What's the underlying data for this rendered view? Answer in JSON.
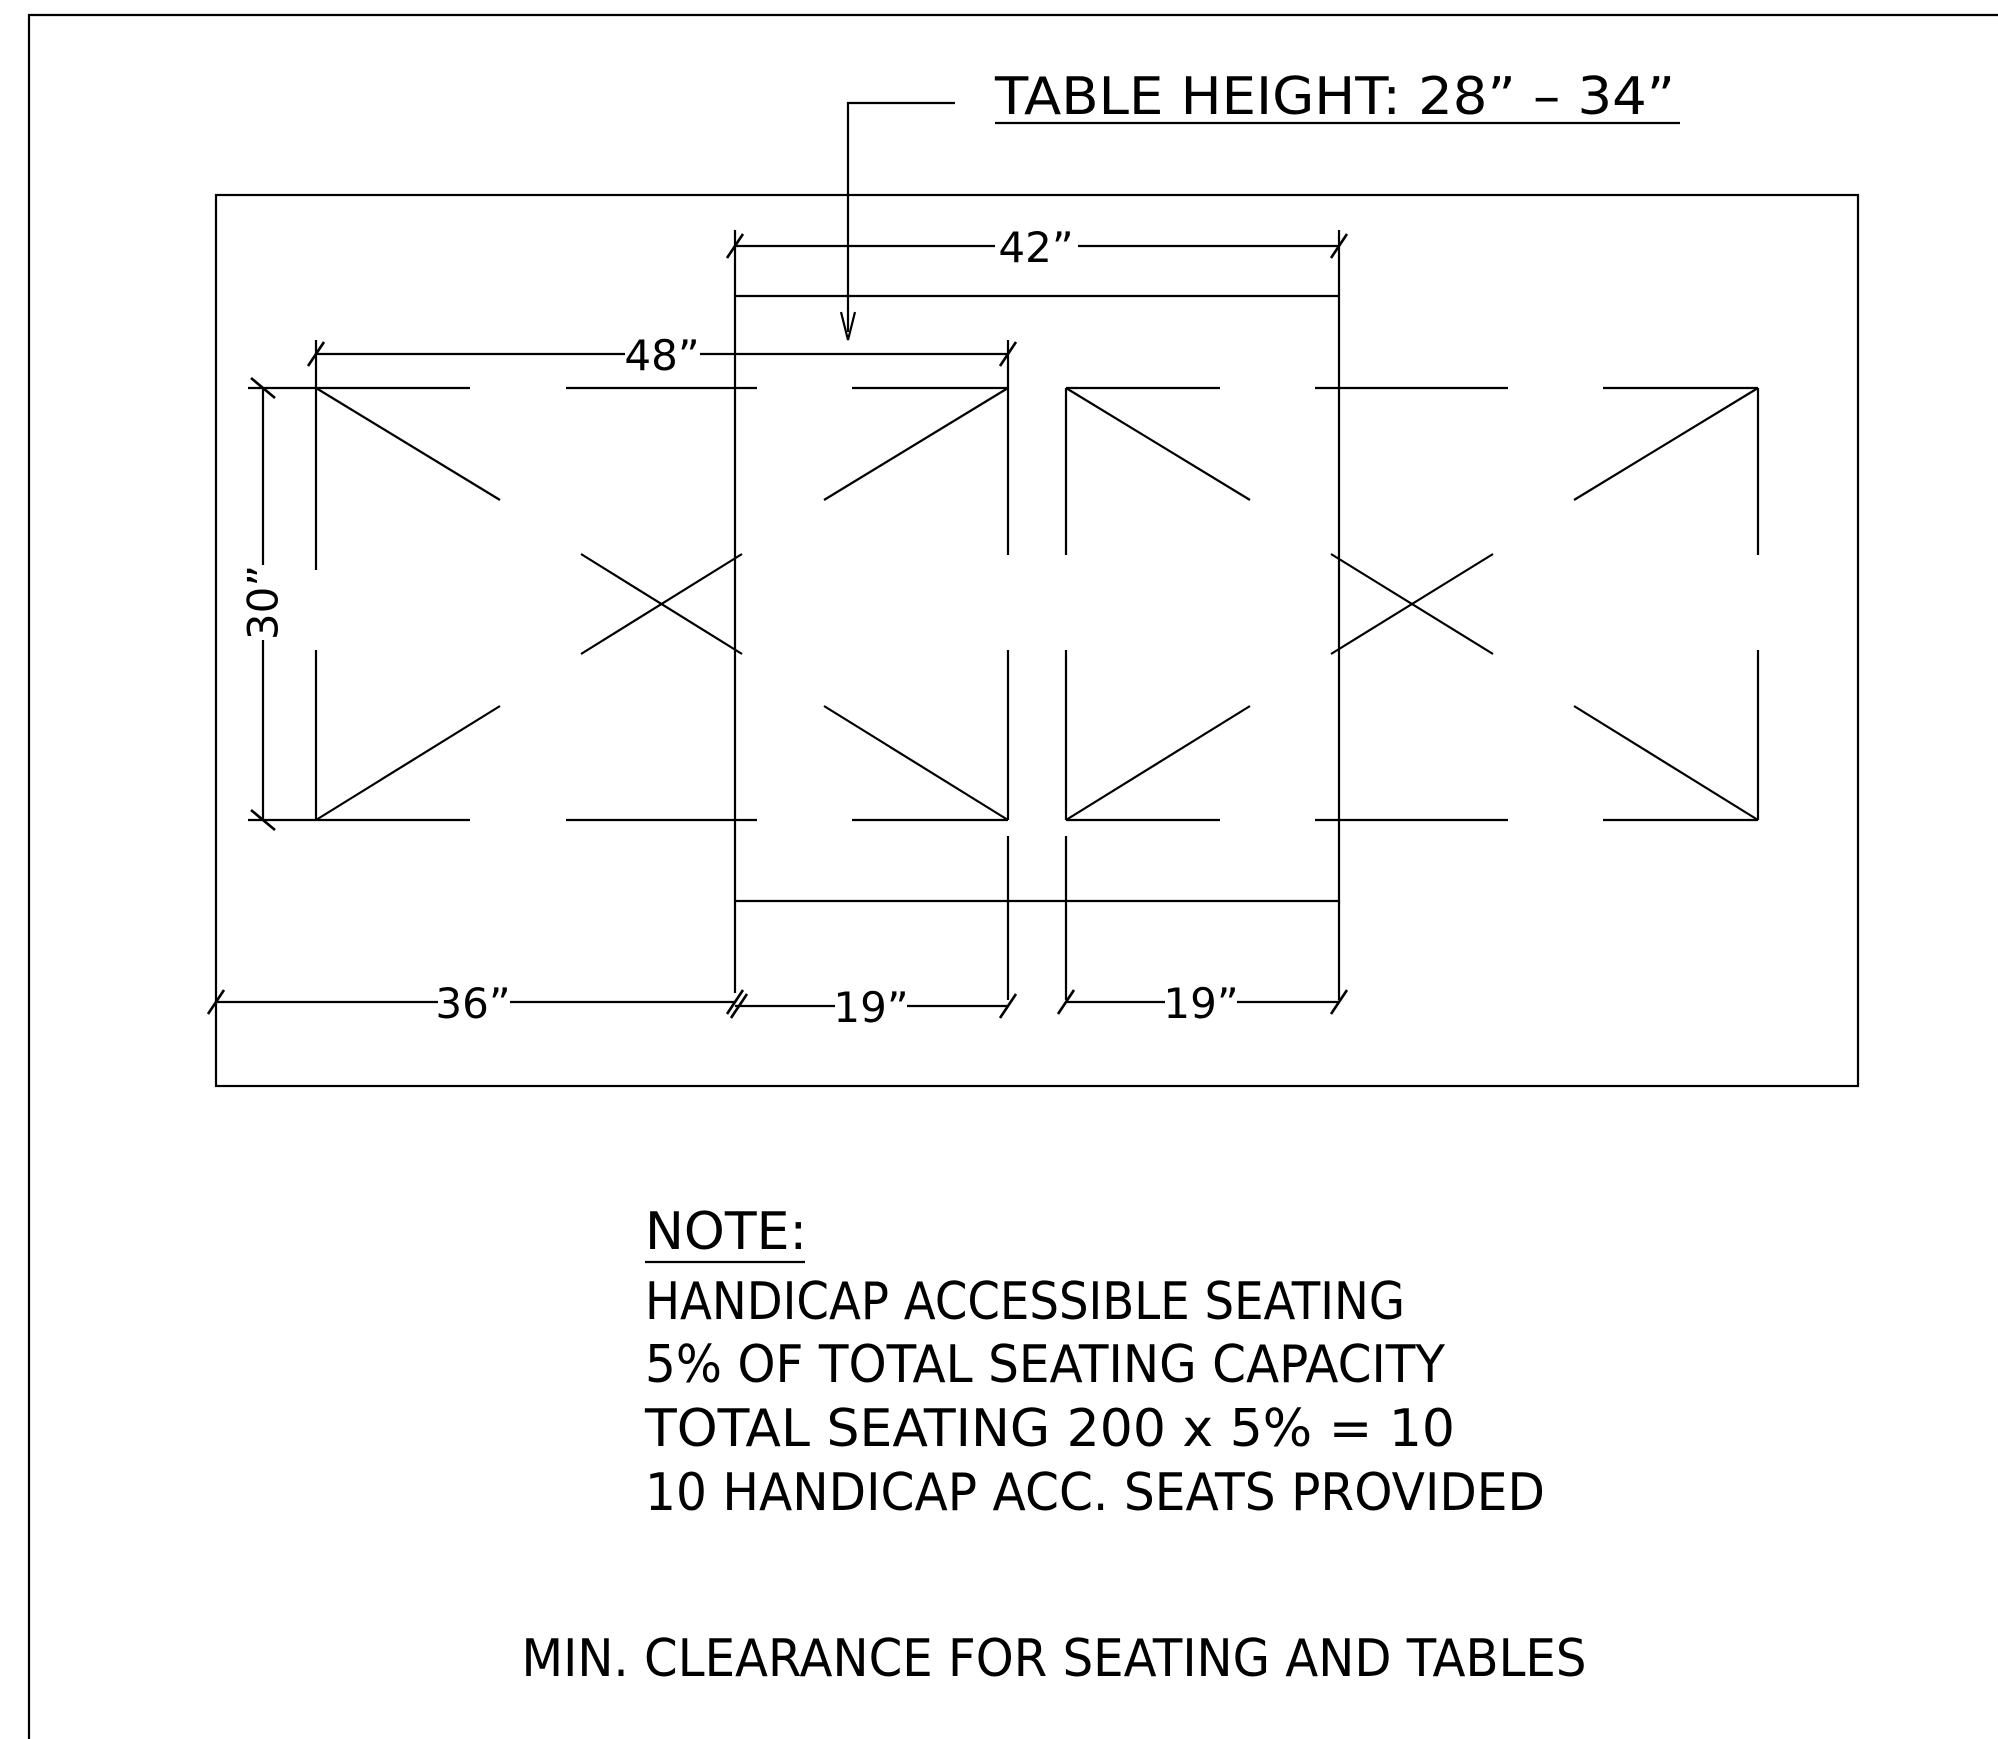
{
  "callout": {
    "table_height": "TABLE HEIGHT:  28” – 34”"
  },
  "dimensions": {
    "table_width": "42”",
    "chair_run": "48”",
    "chair_depth": "30”",
    "aisle_clearance": "36”",
    "knee_left": "19”",
    "knee_right": "19”"
  },
  "note": {
    "heading": "NOTE:",
    "lines": [
      "HANDICAP ACCESSIBLE SEATING",
      "5% OF TOTAL SEATING CAPACITY",
      "TOTAL SEATING 200 x 5% = 10",
      "10 HANDICAP ACC. SEATS PROVIDED"
    ]
  },
  "caption": "MIN. CLEARANCE FOR SEATING AND TABLES"
}
